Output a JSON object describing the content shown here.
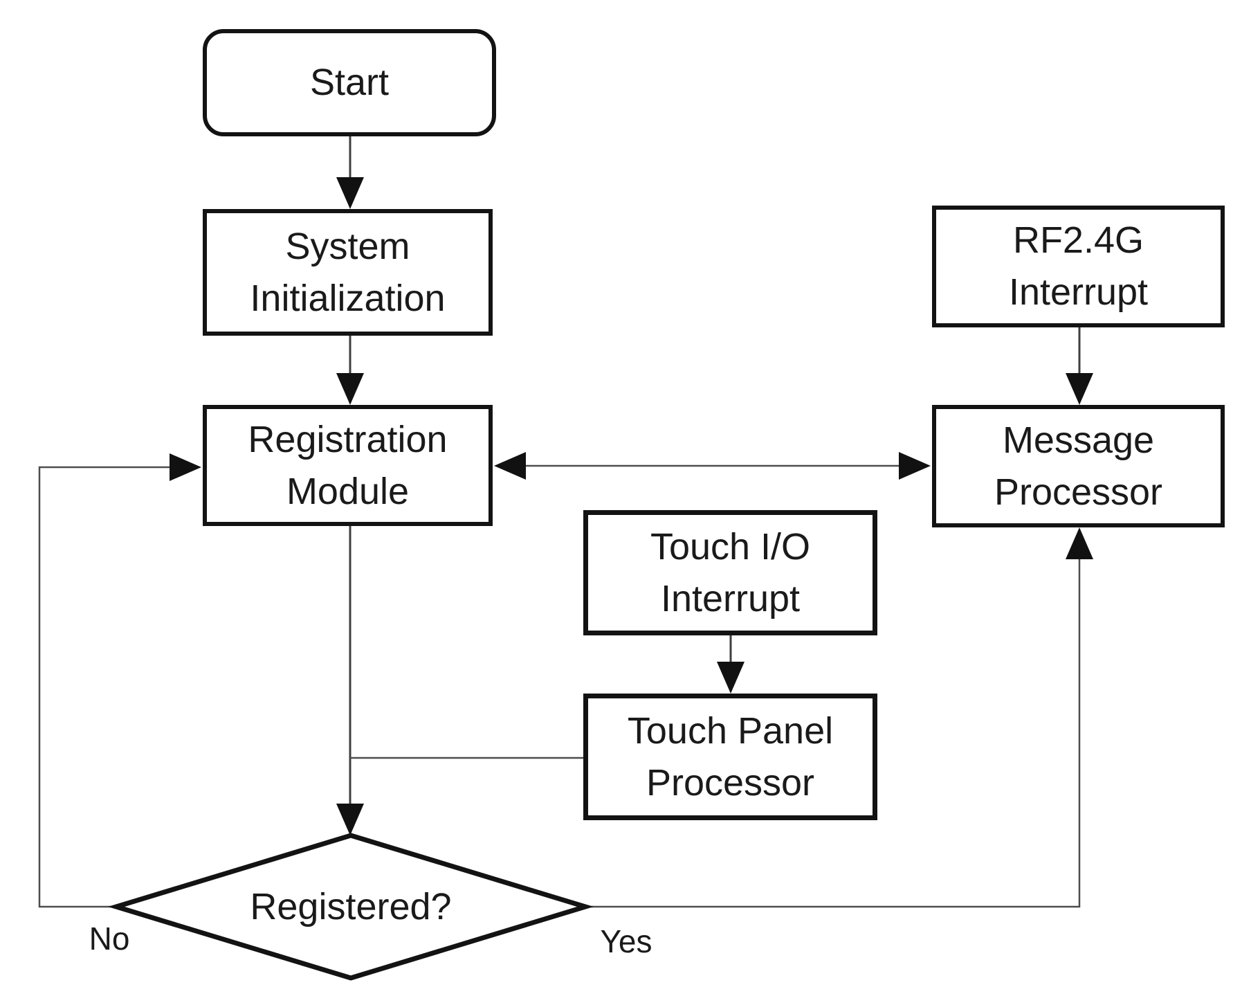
{
  "diagram": {
    "type": "flowchart",
    "background": "#ffffff",
    "box_stroke_color": "#131313",
    "connector_color": "#3f3f3f",
    "arrowhead_color": "#111111",
    "nodes": {
      "start": {
        "label": "Start",
        "shape": "rounded-terminator"
      },
      "system_initialization": {
        "label": "System\nInitialization",
        "shape": "process"
      },
      "registration_module": {
        "label": "Registration\nModule",
        "shape": "process"
      },
      "rf24g_interrupt": {
        "label": "RF2.4G\nInterrupt",
        "shape": "process"
      },
      "message_processor": {
        "label": "Message\nProcessor",
        "shape": "process"
      },
      "touch_io_interrupt": {
        "label": "Touch I/O\nInterrupt",
        "shape": "process"
      },
      "touch_panel_processor": {
        "label": "Touch Panel\nProcessor",
        "shape": "process"
      },
      "registered_decision": {
        "label": "Registered?",
        "shape": "decision"
      }
    },
    "edge_labels": {
      "no": "No",
      "yes": "Yes"
    },
    "edges": [
      {
        "from": "start",
        "to": "system_initialization"
      },
      {
        "from": "system_initialization",
        "to": "registration_module"
      },
      {
        "from": "registration_module",
        "to": "message_processor",
        "style": "bidirectional"
      },
      {
        "from": "rf24g_interrupt",
        "to": "message_processor"
      },
      {
        "from": "touch_io_interrupt",
        "to": "touch_panel_processor"
      },
      {
        "from": "touch_panel_processor",
        "to": "registered_decision"
      },
      {
        "from": "registration_module",
        "to": "registered_decision"
      },
      {
        "from": "registered_decision",
        "to": "registration_module",
        "label": "No"
      },
      {
        "from": "registered_decision",
        "to": "message_processor",
        "label": "Yes"
      }
    ]
  }
}
